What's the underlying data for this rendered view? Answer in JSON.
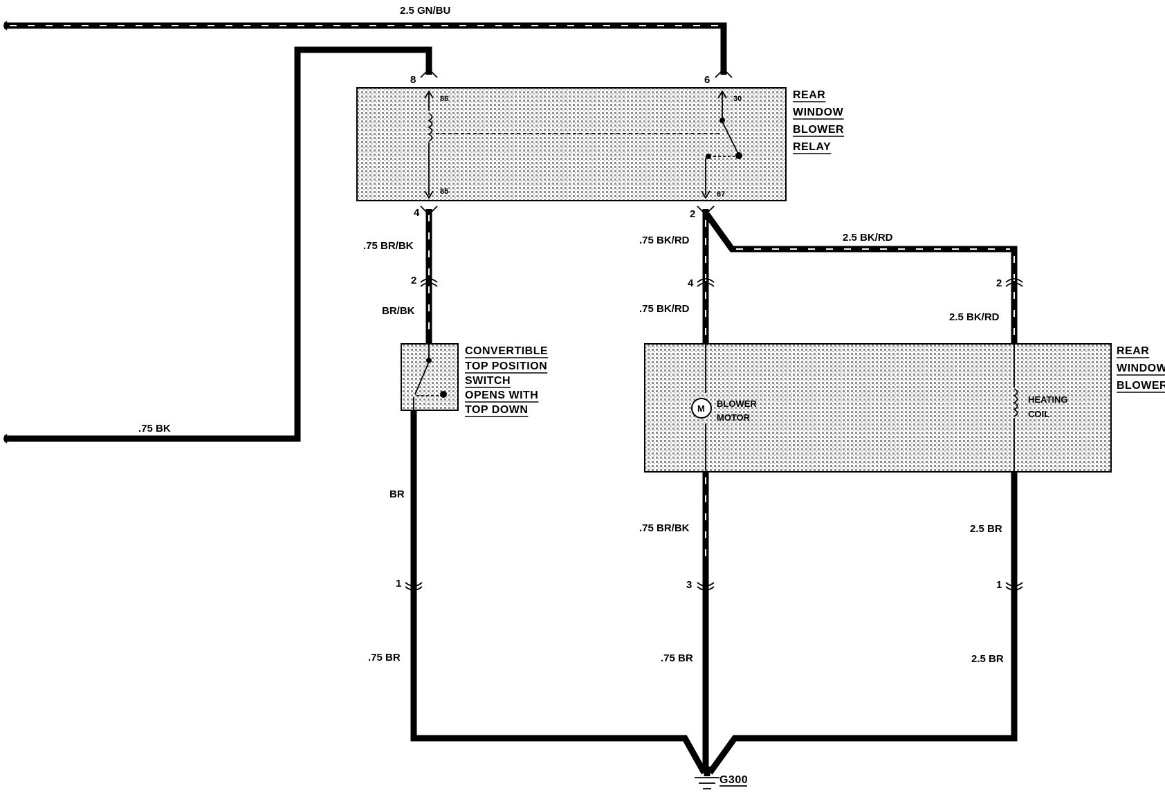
{
  "wires": {
    "top_feed": "2.5 GN/BU",
    "left_feed": ".75 BK",
    "relay_85_to_switch": ".75 BR/BK",
    "switch_in": "BR/BK",
    "switch_out": "BR",
    "switch_ground": ".75 BR",
    "relay_87_out": ".75 BK/RD",
    "relay_branch": "2.5 BK/RD",
    "motor_in": ".75 BK/RD",
    "coil_in": "2.5 BK/RD",
    "motor_out": ".75 BR/BK",
    "motor_ground": ".75 BR",
    "coil_out": "2.5 BR",
    "coil_ground": "2.5 BR"
  },
  "connectors": {
    "relay_86": "8",
    "relay_30": "6",
    "relay_85": "4",
    "relay_87": "2",
    "switch_top": "2",
    "motor_top": "4",
    "coil_top": "2",
    "switch_bottom": "1",
    "motor_bottom": "3",
    "coil_bottom": "1"
  },
  "relay": {
    "label_lines": [
      "REAR",
      "WINDOW",
      "BLOWER",
      "RELAY"
    ],
    "terminals": {
      "t86": "86",
      "t85": "85",
      "t30": "30",
      "t87": "87"
    }
  },
  "switch": {
    "label_lines": [
      "CONVERTIBLE",
      "TOP POSITION",
      "SWITCH",
      "OPENS WITH",
      "TOP DOWN"
    ]
  },
  "blower": {
    "label_lines": [
      "REAR",
      "WINDOW",
      "BLOWER"
    ],
    "motor_symbol": "M",
    "motor_label": [
      "BLOWER",
      "MOTOR"
    ],
    "coil_label": [
      "HEATING",
      "COIL"
    ]
  },
  "ground": {
    "label": "G300"
  },
  "icons": {
    "ground": "ground-symbol-icon",
    "motor": "motor-symbol-icon",
    "coil": "coil-symbol-icon"
  },
  "colors": {
    "ink": "#000000",
    "paper": "#ffffff",
    "shade": "#9a9a9a"
  }
}
